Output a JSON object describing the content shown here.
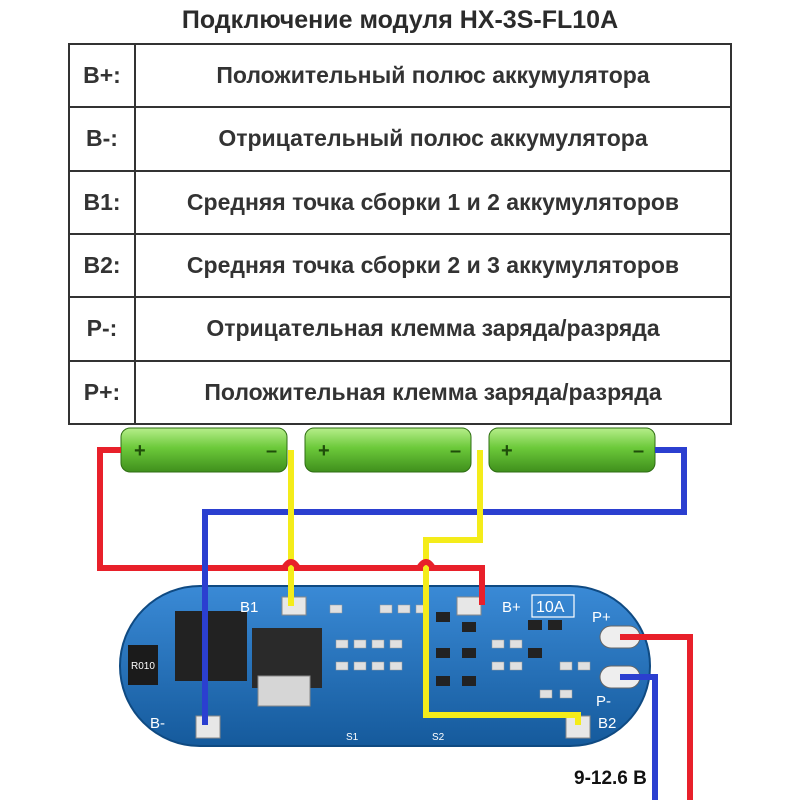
{
  "title": "Подключение модуля HX-3S-FL10A",
  "pins": [
    {
      "pin": "B+:",
      "desc": "Положительный полюс аккумулятора"
    },
    {
      "pin": "B-:",
      "desc": "Отрицательный полюс аккумулятора"
    },
    {
      "pin": "B1:",
      "desc": "Средняя точка сборки 1 и 2 аккумуляторов"
    },
    {
      "pin": "B2:",
      "desc": "Средняя точка сборки 2 и 3 аккумуляторов"
    },
    {
      "pin": "P-:",
      "desc": "Отрицательная клемма заряда/разряда"
    },
    {
      "pin": "P+:",
      "desc": "Положительная клемма заряда/разряда"
    }
  ],
  "battery_plus": "+",
  "battery_minus": "–",
  "board": {
    "b1": "B1",
    "bplus": "B+",
    "current": "10A",
    "pplus": "P+",
    "pminus": "P-",
    "bminus": "B-",
    "b2": "B2",
    "resistor": "R010",
    "s1": "S1",
    "s2": "S2"
  },
  "voltage": "9-12.6 В",
  "colors": {
    "red": "#e8202a",
    "blue": "#2b3fd0",
    "yellow": "#f4ec1a",
    "board": "#1e6fb8",
    "battery": "#6cc93a"
  }
}
